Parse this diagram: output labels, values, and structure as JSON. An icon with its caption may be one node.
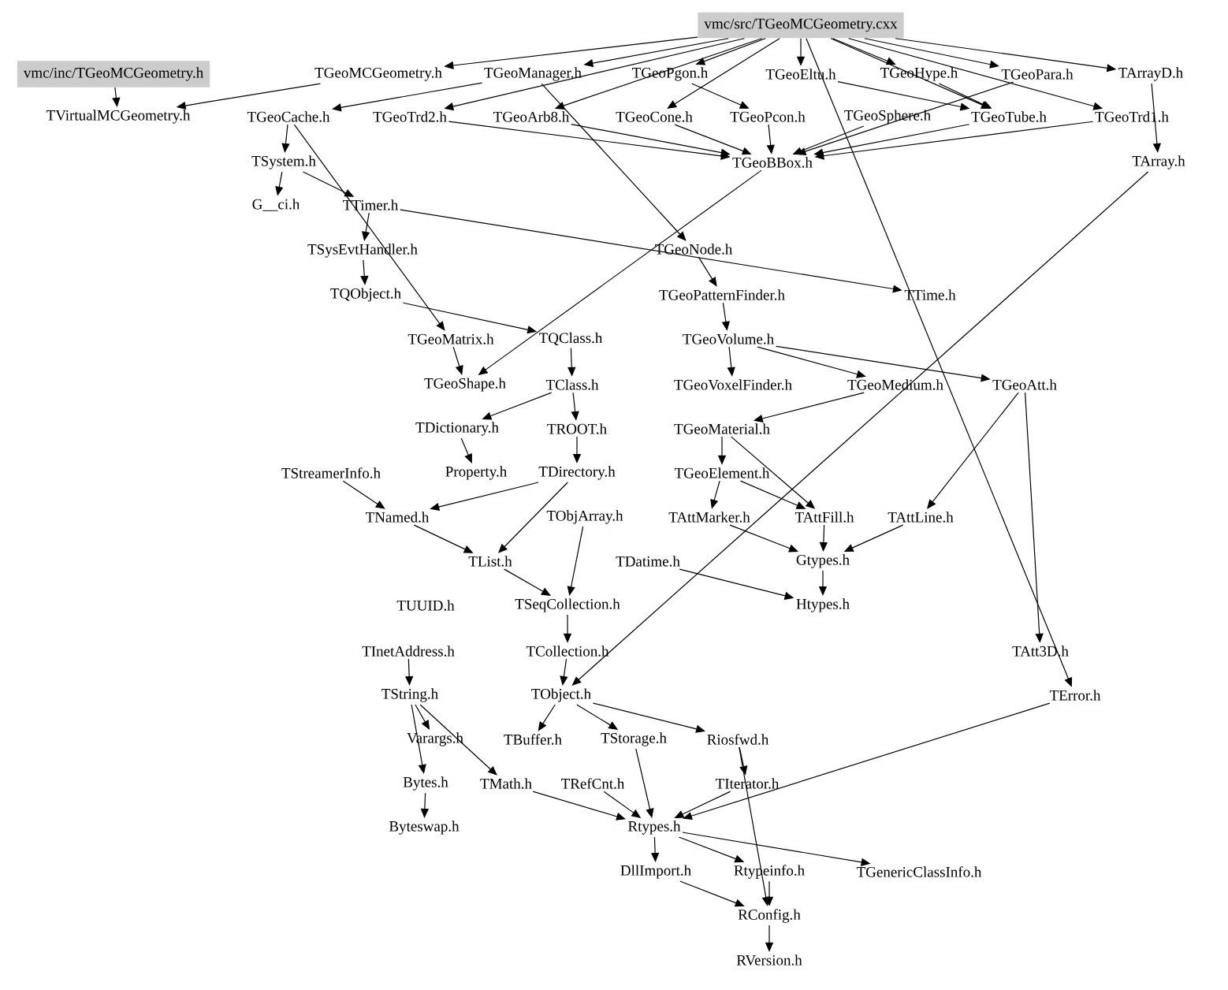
{
  "diagram": {
    "nodes": [
      {
        "text": [
          "vmc/src/TGeoMCGeometry.cxx"
        ]
      },
      {
        "text": [
          "vmc/inc/TGeoMCGeometry.h"
        ]
      },
      {
        "text": [
          "TGeoMCGeometry.h"
        ]
      },
      {
        "text": [
          "TGeoManager.h"
        ]
      },
      {
        "text": [
          "TGeoPgon.h"
        ]
      },
      {
        "text": [
          "TGeoEltu.h"
        ]
      },
      {
        "text": [
          "TGeoHype.h"
        ]
      },
      {
        "text": [
          "TGeoPara.h"
        ]
      },
      {
        "text": [
          "TArrayD.h"
        ]
      },
      {
        "text": [
          "TVirtualMCGeometry.h"
        ]
      },
      {
        "text": [
          "TGeoCache.h"
        ]
      },
      {
        "text": [
          "TGeoTrd2.h"
        ]
      },
      {
        "text": [
          "TGeoArb8.h"
        ]
      },
      {
        "text": [
          "TGeoCone.h"
        ]
      },
      {
        "text": [
          "TGeoPcon.h"
        ]
      },
      {
        "text": [
          "TGeoSphere.h"
        ]
      },
      {
        "text": [
          "TGeoTube.h"
        ]
      },
      {
        "text": [
          "TGeoTrd1.h"
        ]
      },
      {
        "text": [
          "TGeoBBox.h"
        ]
      },
      {
        "text": [
          "TArray.h"
        ]
      },
      {
        "text": [
          "TSystem.h"
        ]
      },
      {
        "text": [
          "G__ci.h"
        ]
      },
      {
        "text": [
          "TTimer.h"
        ]
      },
      {
        "text": [
          "TSysEvtHandler.h"
        ]
      },
      {
        "text": [
          "TQObject.h"
        ]
      },
      {
        "text": [
          "TGeoNode.h"
        ]
      },
      {
        "text": [
          "TTime.h"
        ]
      },
      {
        "text": [
          "TGeoPatternFinder.h"
        ]
      },
      {
        "text": [
          "TGeoMatrix.h"
        ]
      },
      {
        "text": [
          "TQClass.h"
        ]
      },
      {
        "text": [
          "TGeoVolume.h"
        ]
      },
      {
        "text": [
          "TGeoShape.h"
        ]
      },
      {
        "text": [
          "TClass.h"
        ]
      },
      {
        "text": [
          "TGeoVoxelFinder.h"
        ]
      },
      {
        "text": [
          "TGeoMedium.h"
        ]
      },
      {
        "text": [
          "TGeoAtt.h"
        ]
      },
      {
        "text": [
          "TDictionary.h"
        ]
      },
      {
        "text": [
          "TROOT.h"
        ]
      },
      {
        "text": [
          "TGeoMaterial.h"
        ]
      },
      {
        "text": [
          "TStreamerInfo.h"
        ]
      },
      {
        "text": [
          "Property.h"
        ]
      },
      {
        "text": [
          "TDirectory.h"
        ]
      },
      {
        "text": [
          "TGeoElement.h"
        ]
      },
      {
        "text": [
          "TNamed.h"
        ]
      },
      {
        "text": [
          "TObjArray.h"
        ]
      },
      {
        "text": [
          "TAttMarker.h"
        ]
      },
      {
        "text": [
          "TAttFill.h"
        ]
      },
      {
        "text": [
          "TAttLine.h"
        ]
      },
      {
        "text": [
          "TList.h"
        ]
      },
      {
        "text": [
          "TDatime.h"
        ]
      },
      {
        "text": [
          "Gtypes.h"
        ]
      },
      {
        "text": [
          "TUUID.h"
        ]
      },
      {
        "text": [
          "TSeqCollection.h"
        ]
      },
      {
        "text": [
          "Htypes.h"
        ]
      },
      {
        "text": [
          "TInetAddress.h"
        ]
      },
      {
        "text": [
          "TCollection.h"
        ]
      },
      {
        "text": [
          "TAtt3D.h"
        ]
      },
      {
        "text": [
          "TString.h"
        ]
      },
      {
        "text": [
          "TObject.h"
        ]
      },
      {
        "text": [
          "TError.h"
        ]
      },
      {
        "text": [
          "Varargs.h"
        ]
      },
      {
        "text": [
          "TBuffer.h"
        ]
      },
      {
        "text": [
          "TStorage.h"
        ]
      },
      {
        "text": [
          "Riosfwd.h"
        ]
      },
      {
        "text": [
          "Bytes.h"
        ]
      },
      {
        "text": [
          "TMath.h"
        ]
      },
      {
        "text": [
          "TRefCnt.h"
        ]
      },
      {
        "text": [
          "TIterator.h"
        ]
      },
      {
        "text": [
          "Byteswap.h"
        ]
      },
      {
        "text": [
          "Rtypes.h"
        ]
      },
      {
        "text": [
          "DllImport.h"
        ]
      },
      {
        "text": [
          "Rtypeinfo.h"
        ]
      },
      {
        "text": [
          "TGenericClassInfo.h"
        ]
      },
      {
        "text": [
          "RConfig.h"
        ]
      },
      {
        "text": [
          "RVersion.h"
        ]
      }
    ],
    "edges": [
      {
        "from": 0,
        "to": 2,
        "arrow": "to"
      },
      {
        "from": 0,
        "to": 3,
        "arrow": "to"
      },
      {
        "from": 0,
        "to": 4,
        "arrow": "to"
      },
      {
        "from": 0,
        "to": 5,
        "arrow": "to"
      },
      {
        "from": 0,
        "to": 6,
        "arrow": "to"
      },
      {
        "from": 0,
        "to": 7,
        "arrow": "to"
      },
      {
        "from": 0,
        "to": 8,
        "arrow": "to"
      },
      {
        "from": 0,
        "to": 11,
        "arrow": "to"
      },
      {
        "from": 0,
        "to": 12,
        "arrow": "to"
      },
      {
        "from": 0,
        "to": 13,
        "arrow": "to"
      },
      {
        "from": 0,
        "to": 16,
        "arrow": "to"
      },
      {
        "from": 0,
        "to": 17,
        "arrow": "to"
      },
      {
        "from": 0,
        "to": 59,
        "arrow": "to"
      },
      {
        "from": 1,
        "to": 9,
        "arrow": "to"
      },
      {
        "from": 2,
        "to": 9,
        "arrow": "to"
      },
      {
        "from": 3,
        "to": 10,
        "arrow": "to"
      },
      {
        "from": 3,
        "to": 25,
        "arrow": "to"
      },
      {
        "from": 4,
        "to": 14,
        "arrow": "to"
      },
      {
        "from": 5,
        "to": 16,
        "arrow": "to"
      },
      {
        "from": 6,
        "to": 16,
        "arrow": "to"
      },
      {
        "from": 7,
        "to": 18,
        "arrow": "to"
      },
      {
        "from": 8,
        "to": 19,
        "arrow": "to"
      },
      {
        "from": 10,
        "to": 20,
        "arrow": "to"
      },
      {
        "from": 10,
        "to": 28,
        "arrow": "to"
      },
      {
        "from": 11,
        "to": 18,
        "arrow": "to"
      },
      {
        "from": 12,
        "to": 18,
        "arrow": "to"
      },
      {
        "from": 13,
        "to": 18,
        "arrow": "to"
      },
      {
        "from": 14,
        "to": 18,
        "arrow": "to"
      },
      {
        "from": 15,
        "to": 18,
        "arrow": "to"
      },
      {
        "from": 16,
        "to": 18,
        "arrow": "to"
      },
      {
        "from": 17,
        "to": 18,
        "arrow": "to"
      },
      {
        "from": 18,
        "to": 31,
        "arrow": "to"
      },
      {
        "from": 19,
        "to": 58,
        "arrow": "to"
      },
      {
        "from": 20,
        "to": 21,
        "arrow": "to"
      },
      {
        "from": 20,
        "to": 22,
        "arrow": "to"
      },
      {
        "from": 22,
        "to": 23,
        "arrow": "to"
      },
      {
        "from": 22,
        "to": 26,
        "arrow": "to"
      },
      {
        "from": 23,
        "to": 24,
        "arrow": "to"
      },
      {
        "from": 24,
        "to": 29,
        "arrow": "to"
      },
      {
        "from": 25,
        "to": 27,
        "arrow": "to"
      },
      {
        "from": 27,
        "to": 30,
        "arrow": "to"
      },
      {
        "from": 28,
        "to": 31,
        "arrow": "to"
      },
      {
        "from": 29,
        "to": 32,
        "arrow": "to"
      },
      {
        "from": 30,
        "to": 33,
        "arrow": "to"
      },
      {
        "from": 30,
        "to": 34,
        "arrow": "to"
      },
      {
        "from": 30,
        "to": 35,
        "arrow": "to"
      },
      {
        "from": 32,
        "to": 36,
        "arrow": "to"
      },
      {
        "from": 32,
        "to": 37,
        "arrow": "to"
      },
      {
        "from": 34,
        "to": 38,
        "arrow": "to"
      },
      {
        "from": 35,
        "to": 47,
        "arrow": "to"
      },
      {
        "from": 35,
        "to": 56,
        "arrow": "to"
      },
      {
        "from": 36,
        "to": 40,
        "arrow": "to"
      },
      {
        "from": 37,
        "to": 41,
        "arrow": "to"
      },
      {
        "from": 38,
        "to": 42,
        "arrow": "to"
      },
      {
        "from": 38,
        "to": 46,
        "arrow": "to"
      },
      {
        "from": 39,
        "to": 43,
        "arrow": "to"
      },
      {
        "from": 41,
        "to": 43,
        "arrow": "to"
      },
      {
        "from": 41,
        "to": 48,
        "arrow": "to"
      },
      {
        "from": 42,
        "to": 45,
        "arrow": "to"
      },
      {
        "from": 42,
        "to": 46,
        "arrow": "to"
      },
      {
        "from": 43,
        "to": 48,
        "arrow": "to"
      },
      {
        "from": 44,
        "to": 52,
        "arrow": "to"
      },
      {
        "from": 45,
        "to": 50,
        "arrow": "to"
      },
      {
        "from": 46,
        "to": 50,
        "arrow": "to"
      },
      {
        "from": 47,
        "to": 50,
        "arrow": "to"
      },
      {
        "from": 48,
        "to": 52,
        "arrow": "to"
      },
      {
        "from": 49,
        "to": 53,
        "arrow": "to"
      },
      {
        "from": 50,
        "to": 53,
        "arrow": "to"
      },
      {
        "from": 52,
        "to": 55,
        "arrow": "to"
      },
      {
        "from": 54,
        "to": 57,
        "arrow": "to"
      },
      {
        "from": 55,
        "to": 58,
        "arrow": "to"
      },
      {
        "from": 57,
        "to": 60,
        "arrow": "to"
      },
      {
        "from": 57,
        "to": 64,
        "arrow": "to"
      },
      {
        "from": 57,
        "to": 65,
        "arrow": "to"
      },
      {
        "from": 58,
        "to": 61,
        "arrow": "to"
      },
      {
        "from": 58,
        "to": 62,
        "arrow": "to"
      },
      {
        "from": 58,
        "to": 63,
        "arrow": "to"
      },
      {
        "from": 59,
        "to": 69,
        "arrow": "to"
      },
      {
        "from": 62,
        "to": 69,
        "arrow": "to"
      },
      {
        "from": 63,
        "to": 67,
        "arrow": "to"
      },
      {
        "from": 63,
        "to": 73,
        "arrow": "to"
      },
      {
        "from": 64,
        "to": 68,
        "arrow": "to"
      },
      {
        "from": 65,
        "to": 69,
        "arrow": "to"
      },
      {
        "from": 66,
        "to": 69,
        "arrow": "to"
      },
      {
        "from": 67,
        "to": 69,
        "arrow": "to"
      },
      {
        "from": 69,
        "to": 70,
        "arrow": "to"
      },
      {
        "from": 69,
        "to": 71,
        "arrow": "to"
      },
      {
        "from": 69,
        "to": 72,
        "arrow": "to"
      },
      {
        "from": 70,
        "to": 73,
        "arrow": "to"
      },
      {
        "from": 71,
        "to": 73,
        "arrow": "to"
      },
      {
        "from": 73,
        "to": 74,
        "arrow": "to"
      }
    ]
  }
}
